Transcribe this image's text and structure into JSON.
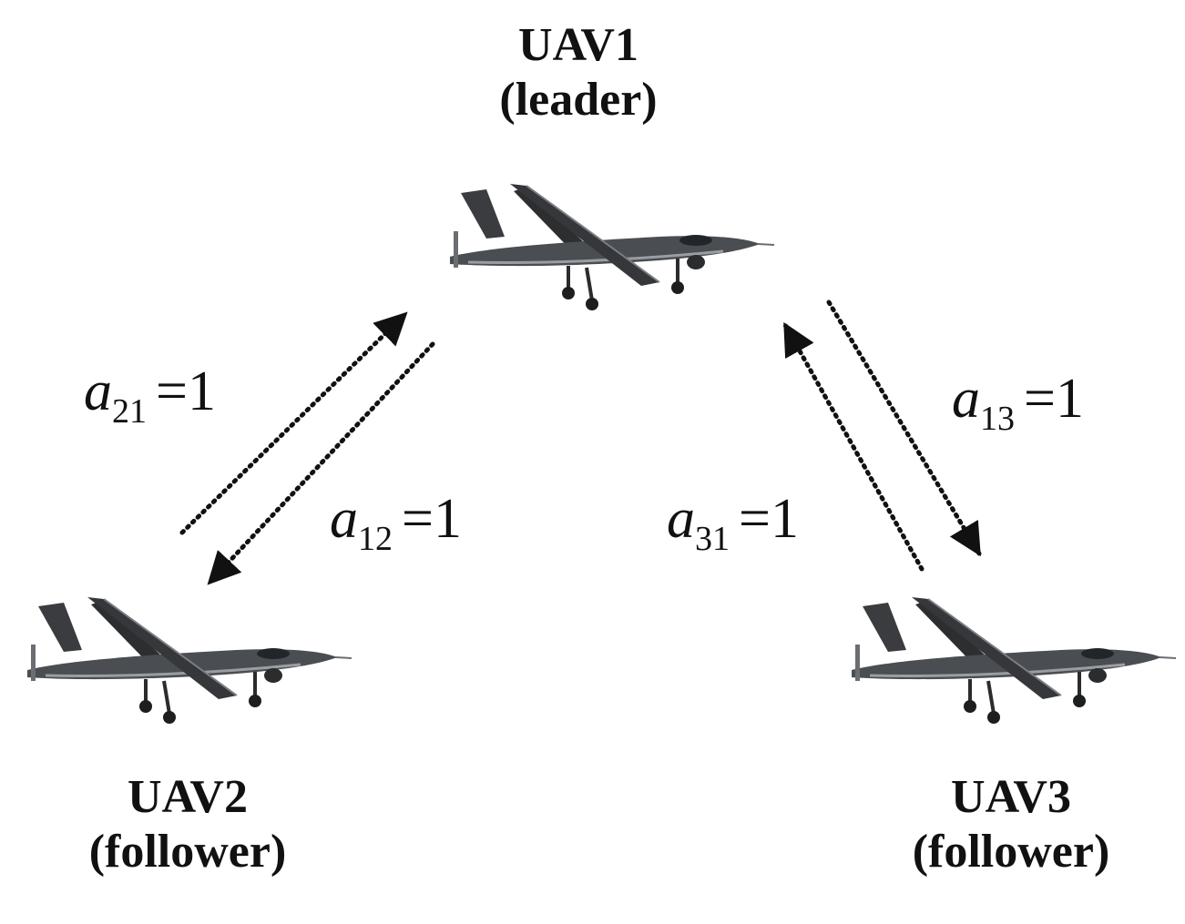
{
  "nodes": [
    {
      "name": "UAV1",
      "role": "(leader)"
    },
    {
      "name": "UAV2",
      "role": "(follower)"
    },
    {
      "name": "UAV3",
      "role": "(follower)"
    }
  ],
  "edges": [
    {
      "var": "a",
      "sub": "21",
      "eq": "=1"
    },
    {
      "var": "a",
      "sub": "12",
      "eq": "=1"
    },
    {
      "var": "a",
      "sub": "31",
      "eq": "=1"
    },
    {
      "var": "a",
      "sub": "13",
      "eq": "=1"
    }
  ],
  "colors": {
    "ink": "#111111",
    "drone_body": "#3a3c3f",
    "drone_light": "#9a9ea3"
  },
  "icons": {
    "drone": "uav-drone-icon"
  }
}
